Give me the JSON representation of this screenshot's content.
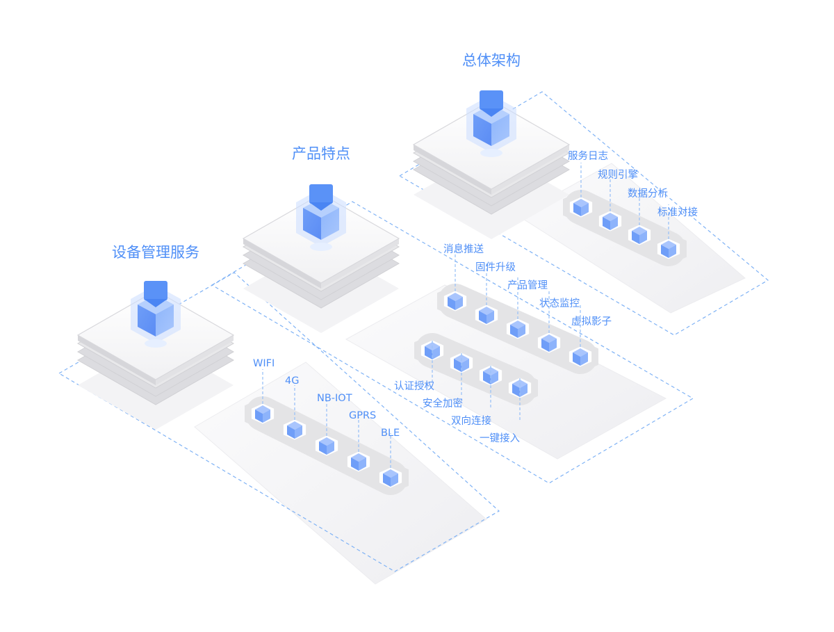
{
  "sections": [
    {
      "id": "device",
      "title": "设备管理服务",
      "items": [
        "WIFI",
        "4G",
        "NB-IOT",
        "GPRS",
        "BLE"
      ]
    },
    {
      "id": "product",
      "title": "产品特点",
      "items_row1": [
        "消息推送",
        "固件升级",
        "产品管理",
        "状态监控",
        "虚拟影子"
      ],
      "items_row2": [
        "认证授权",
        "安全加密",
        "双向连接",
        "一键接入"
      ]
    },
    {
      "id": "architecture",
      "title": "总体架构",
      "items": [
        "服务日志",
        "规则引擎",
        "数据分析",
        "标准对接"
      ]
    }
  ],
  "colors": {
    "accent": "#4f8ff7",
    "dashed_border": "#7fb2f5",
    "cube_front": "#6f9ef8",
    "hex_tile": "#e4e4e6"
  },
  "icon_names": [
    "layer-stack-icon",
    "cube-icon",
    "hexagon-tile-icon"
  ]
}
